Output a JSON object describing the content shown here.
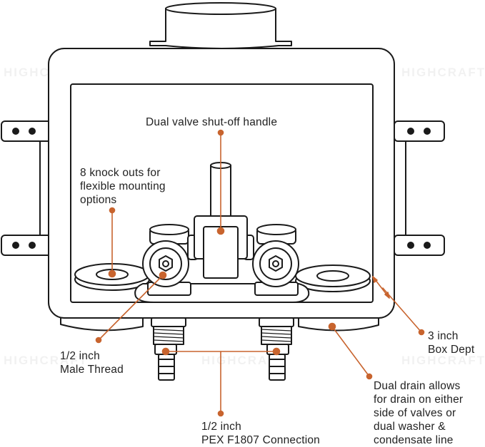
{
  "watermark": "HIGHCRAFT",
  "colors": {
    "outline": "#1a1a1a",
    "callout": "#c8642e",
    "fill": "#ffffff"
  },
  "callouts": {
    "handle": "Dual valve shut-off handle",
    "knockouts": "8 knock outs for\nflexible mounting\noptions",
    "male_thread": "1/2 inch\nMale Thread",
    "pex": "1/2 inch\nPEX F1807 Connection",
    "depth": "3 inch\nBox Dept",
    "drain": "Dual drain allows\nfor drain on either\nside of valves or\ndual washer &\ncondensate line"
  }
}
